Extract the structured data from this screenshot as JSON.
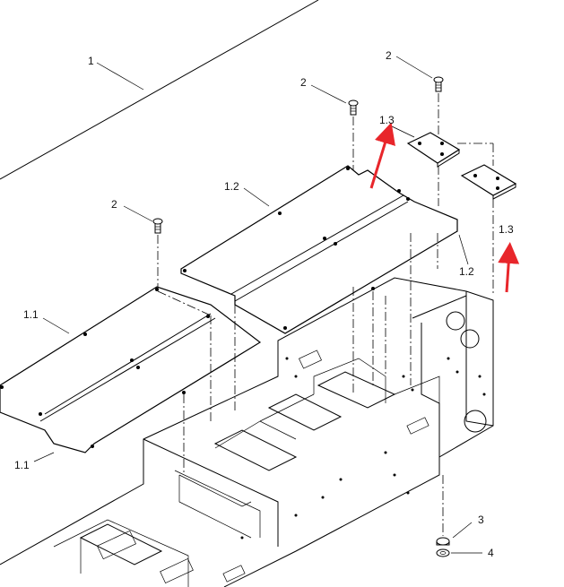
{
  "diagram": {
    "callouts": {
      "c1": "1",
      "c2a": "2",
      "c2b": "2",
      "c2c": "2",
      "c11a": "1.1",
      "c11b": "1.1",
      "c12a": "1.2",
      "c12b": "1.2",
      "c13a": "1.3",
      "c13b": "1.3",
      "c3": "3",
      "c4": "4"
    },
    "colors": {
      "arrow": "#e8262b",
      "line": "#000000"
    }
  }
}
